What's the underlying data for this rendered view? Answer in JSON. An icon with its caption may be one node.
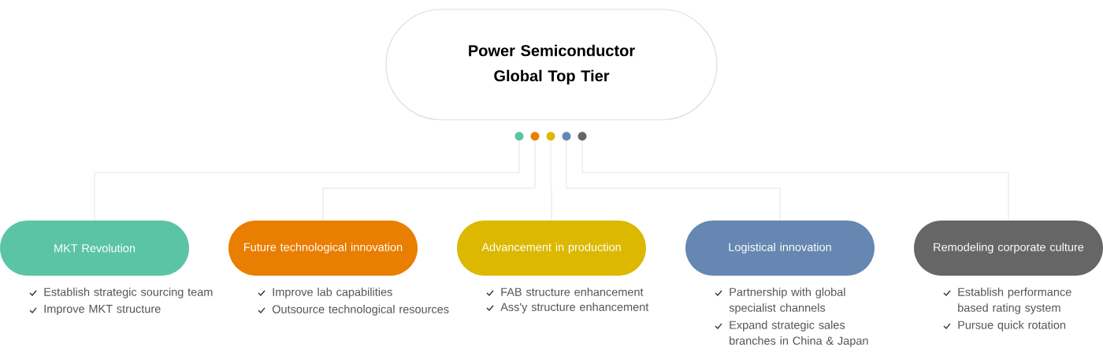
{
  "diagram": {
    "nodes": [
      {
        "text": [
          "Power Semiconductor Global Top Tier"
        ]
      },
      {
        "text": [],
        "shape": "circle"
      },
      {
        "text": [],
        "shape": "circle"
      },
      {
        "text": [],
        "shape": "circle"
      },
      {
        "text": [],
        "shape": "circle"
      },
      {
        "text": [],
        "shape": "circle"
      },
      {
        "text": [
          "MKT Revolution"
        ],
        "beside": [
          "Establish strategic sourcing team",
          "Improve MKT structure"
        ]
      },
      {
        "text": [
          "Future technological innovation"
        ],
        "beside": [
          "Improve lab capabilities",
          "Outsource technological resources"
        ]
      },
      {
        "text": [
          "Advancement in production"
        ],
        "beside": [
          "FAB structure enhancement",
          "Ass'y structure enhancement"
        ]
      },
      {
        "text": [
          "Logistical innovation"
        ],
        "beside": [
          "Partnership with global specialist channels",
          "Expand strategic sales branches in China & Japan"
        ]
      },
      {
        "text": [
          "Remodeling corporate culture"
        ],
        "beside": [
          "Establish performance based rating system",
          "Pursue quick rotation"
        ]
      }
    ],
    "edges": [
      {
        "from": 1,
        "to": 6,
        "arrow": "none"
      },
      {
        "from": 2,
        "to": 7,
        "arrow": "none"
      },
      {
        "from": 3,
        "to": 8,
        "arrow": "none"
      },
      {
        "from": 4,
        "to": 9,
        "arrow": "none"
      },
      {
        "from": 5,
        "to": 10,
        "arrow": "none"
      }
    ]
  }
}
